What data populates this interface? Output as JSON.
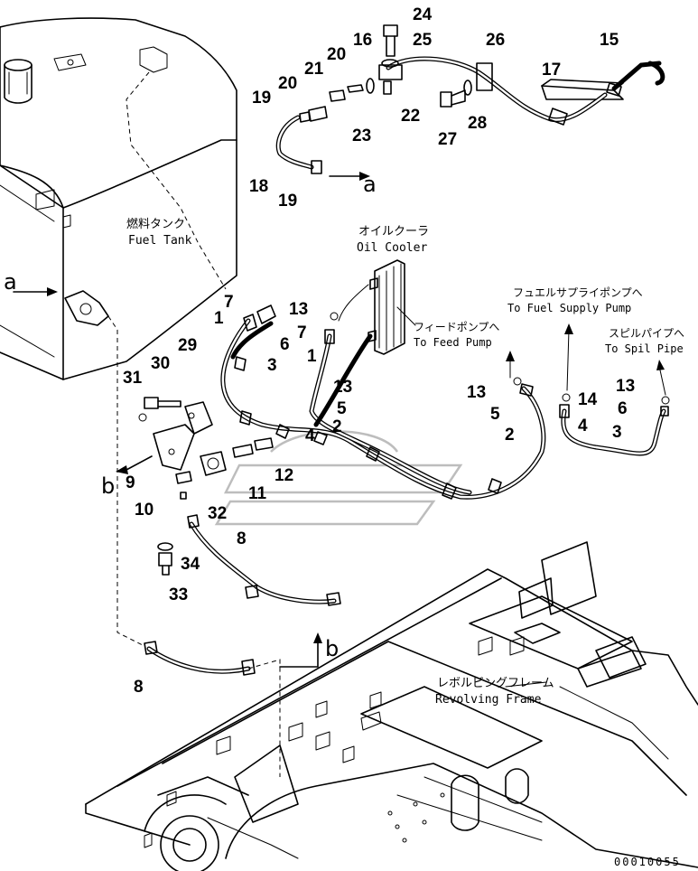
{
  "labels": {
    "fuel_tank_jp": "燃料タンク",
    "fuel_tank_en": "Fuel Tank",
    "oil_cooler_jp": "オイルクーラ",
    "oil_cooler_en": "Oil Cooler",
    "feed_pump_jp": "フィードポンプへ",
    "feed_pump_en": "To Feed Pump",
    "fuel_supply_jp": "フュエルサプライポンプへ",
    "fuel_supply_en": "To Fuel Supply Pump",
    "spill_pipe_jp": "スピルパイプへ",
    "spill_pipe_en": "To Spil Pipe",
    "rev_frame_jp": "レボルビングフレーム",
    "rev_frame_en": "Revolving Frame",
    "ref_a": "a",
    "ref_b": "b",
    "drawing_code": "00010055"
  },
  "part_numbers": {
    "p1": "1",
    "p2": "2",
    "p3": "3",
    "p4": "4",
    "p5": "5",
    "p6": "6",
    "p7": "7",
    "p8": "8",
    "p9": "9",
    "p10": "10",
    "p11": "11",
    "p12": "12",
    "p13": "13",
    "p14": "14",
    "p15": "15",
    "p16": "16",
    "p17": "17",
    "p18": "18",
    "p19": "19",
    "p20": "20",
    "p21": "21",
    "p22": "22",
    "p23": "23",
    "p24": "24",
    "p25": "25",
    "p26": "26",
    "p27": "27",
    "p28": "28",
    "p29": "29",
    "p30": "30",
    "p31": "31",
    "p32": "32",
    "p33": "33",
    "p34": "34"
  }
}
